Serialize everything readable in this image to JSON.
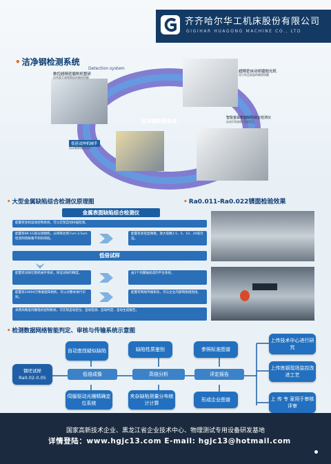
{
  "header": {
    "company_cn": "齐齐哈尔华工机床股份有限公司",
    "company_en": "GIGIHAR HUAGONG MACHINE CO., LTD",
    "logo": "gear-logo-icon"
  },
  "section1": {
    "title": "洁净钢检测系统",
    "detection_system": "Detection system",
    "center_label": "洁净钢检测系统",
    "machine1_title": "数控超精密磨削机整研",
    "machine1_desc": "适合超大规格钢锭的精密研磨",
    "machine2_title": "超精密自动研磨抛光机",
    "machine2_desc": "用于样品表面的精密研磨",
    "machine3_title": "低倍试样机械手",
    "machine3_desc": "自动装卸低倍试样",
    "machine4_title": "智能金属表面缺陷综合检测仪",
    "machine4_desc": "自动识别缺陷  智能判定"
  },
  "section2": {
    "title": "大型金属缺陷综合检测仪原理图",
    "panel_title": "金属表面缺陷综合检测仪",
    "line1": "配置有坐标运动控制系统，可以实现自动扫描检测。",
    "blk1": "配置有8K·1G高分辨相机，分辨率达到7um·3.5um检测到肉眼看不到的缺陷。",
    "blk2": "配置有高倍显微镜，放大倍数2.5、5、10、20倍可选。",
    "sample_bar": "低倍试样",
    "blk3": "配置有试样切割机械手系统，保证试样的精度。",
    "blk4": "由3个伺服轴组成的平台系统。",
    "blk5": "配置有20000万像素面阵相机，可以对整体进行识别。",
    "blk6": "配置有网络传输系统，可与企业内部网络相连接。",
    "blk7": "采用高精度伺服电机控制系统，可实现自动定位、自动检测、自动判定、自动生成报告。"
  },
  "section3": {
    "title": "Ra0.011-Ra0.022镜面检验效果"
  },
  "section4": {
    "title": "检测数据网络智能判定、审核与传输系统示意图",
    "sample": "钢坯试样",
    "sample_ra": "Ra0.02-0.05",
    "auto_search": "自动查找疑似缺陷",
    "low_mag": "低倍成像",
    "servo": "伺服驱动光栅精确定位系统",
    "defect_id": "缺陷性质鉴别",
    "high_mag": "高倍分析",
    "stat": "夹杂缺陷测量分布统计计算",
    "standard": "参照标准图谱",
    "report": "评定报告",
    "atlas": "形成企业图谱",
    "up1": "上传技术中心进行研究",
    "up2": "上传炼钢现场监控改进工艺",
    "up3": "上 传 专 家用于审核评审"
  },
  "footer": {
    "line1": "国家高新技术企业、黑龙江省企业技术中心、物理测试专用设备研发基地",
    "line2": "详情登陆：www.hgjc13.com  E-mail: hgjc13@hotmail.com"
  }
}
